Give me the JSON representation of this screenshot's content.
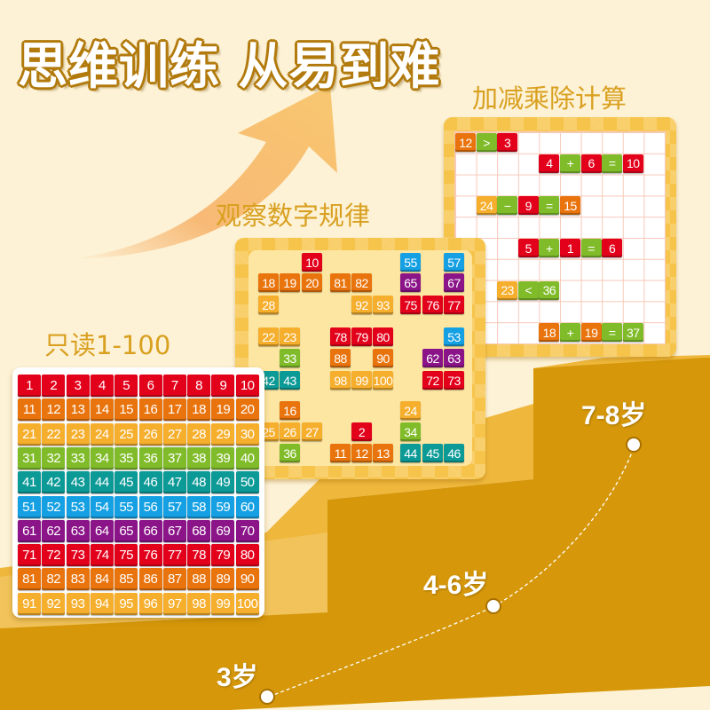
{
  "headline": "思维训练 从易到难",
  "stages": [
    {
      "label": "只读1-100",
      "age": "3岁"
    },
    {
      "label": "观察数字规律",
      "age": "4-6岁"
    },
    {
      "label": "加减乘除计算",
      "age": "7-8岁"
    }
  ],
  "colors": {
    "red": "#e3001b",
    "orange": "#e9740d",
    "yellow": "#f6ae2d",
    "green": "#80bc2a",
    "teal": "#0c9a97",
    "blue": "#14a0e3",
    "purple": "#8a1488",
    "step_front": "#d6980a",
    "step_top": "#efb73c",
    "label": "#d9a020"
  },
  "left_board": {
    "row_colors": [
      "red",
      "orange",
      "yellow",
      "green",
      "teal",
      "blue",
      "purple",
      "red",
      "orange",
      "yellow"
    ],
    "rows": [
      [
        "1",
        "2",
        "3",
        "4",
        "5",
        "6",
        "7",
        "8",
        "9",
        "10"
      ],
      [
        "11",
        "12",
        "13",
        "14",
        "15",
        "16",
        "17",
        "18",
        "19",
        "20"
      ],
      [
        "21",
        "22",
        "23",
        "24",
        "25",
        "26",
        "27",
        "28",
        "29",
        "30"
      ],
      [
        "31",
        "32",
        "33",
        "34",
        "35",
        "36",
        "37",
        "38",
        "39",
        "40"
      ],
      [
        "41",
        "42",
        "43",
        "44",
        "45",
        "46",
        "47",
        "48",
        "49",
        "50"
      ],
      [
        "51",
        "52",
        "53",
        "54",
        "55",
        "56",
        "57",
        "58",
        "59",
        "60"
      ],
      [
        "61",
        "62",
        "63",
        "64",
        "65",
        "66",
        "67",
        "68",
        "69",
        "70"
      ],
      [
        "71",
        "72",
        "73",
        "74",
        "75",
        "76",
        "77",
        "78",
        "79",
        "80"
      ],
      [
        "81",
        "82",
        "83",
        "84",
        "85",
        "86",
        "87",
        "88",
        "89",
        "90"
      ],
      [
        "91",
        "92",
        "93",
        "94",
        "95",
        "96",
        "97",
        "98",
        "99",
        "100"
      ]
    ]
  },
  "middle_board": {
    "tiles": [
      {
        "n": "10",
        "c": "red"
      },
      {
        "n": "18",
        "c": "orange"
      },
      {
        "n": "19",
        "c": "orange"
      },
      {
        "n": "20",
        "c": "orange"
      },
      {
        "n": "28",
        "c": "yellow"
      },
      {
        "n": "81",
        "c": "orange"
      },
      {
        "n": "82",
        "c": "orange"
      },
      {
        "n": "92",
        "c": "yellow"
      },
      {
        "n": "93",
        "c": "yellow"
      },
      {
        "n": "55",
        "c": "blue"
      },
      {
        "n": "57",
        "c": "blue"
      },
      {
        "n": "65",
        "c": "purple"
      },
      {
        "n": "67",
        "c": "purple"
      },
      {
        "n": "75",
        "c": "red"
      },
      {
        "n": "76",
        "c": "red"
      },
      {
        "n": "77",
        "c": "red"
      },
      {
        "n": "22",
        "c": "yellow"
      },
      {
        "n": "23",
        "c": "yellow"
      },
      {
        "n": "33",
        "c": "green"
      },
      {
        "n": "42",
        "c": "teal"
      },
      {
        "n": "43",
        "c": "teal"
      },
      {
        "n": "78",
        "c": "red"
      },
      {
        "n": "79",
        "c": "red"
      },
      {
        "n": "80",
        "c": "red"
      },
      {
        "n": "88",
        "c": "orange"
      },
      {
        "n": "90",
        "c": "orange"
      },
      {
        "n": "98",
        "c": "yellow"
      },
      {
        "n": "99",
        "c": "yellow"
      },
      {
        "n": "100",
        "c": "yellow"
      },
      {
        "n": "53",
        "c": "blue"
      },
      {
        "n": "62",
        "c": "purple"
      },
      {
        "n": "63",
        "c": "purple"
      },
      {
        "n": "72",
        "c": "red"
      },
      {
        "n": "73",
        "c": "red"
      },
      {
        "n": "16",
        "c": "orange"
      },
      {
        "n": "25",
        "c": "yellow"
      },
      {
        "n": "26",
        "c": "yellow"
      },
      {
        "n": "27",
        "c": "yellow"
      },
      {
        "n": "36",
        "c": "green"
      },
      {
        "n": "2",
        "c": "red"
      },
      {
        "n": "11",
        "c": "orange"
      },
      {
        "n": "12",
        "c": "orange"
      },
      {
        "n": "13",
        "c": "orange"
      },
      {
        "n": "24",
        "c": "yellow"
      },
      {
        "n": "34",
        "c": "green"
      },
      {
        "n": "44",
        "c": "teal"
      },
      {
        "n": "45",
        "c": "teal"
      },
      {
        "n": "46",
        "c": "teal"
      }
    ]
  },
  "right_board": {
    "equations": [
      [
        {
          "n": "12",
          "c": "orange"
        },
        {
          "n": ">",
          "c": "green"
        },
        {
          "n": "3",
          "c": "red"
        }
      ],
      [
        {
          "n": "4",
          "c": "red"
        },
        {
          "n": "+",
          "c": "green"
        },
        {
          "n": "6",
          "c": "red"
        },
        {
          "n": "=",
          "c": "green"
        },
        {
          "n": "10",
          "c": "red"
        }
      ],
      [
        {
          "n": "24",
          "c": "yellow"
        },
        {
          "n": "−",
          "c": "green"
        },
        {
          "n": "9",
          "c": "red"
        },
        {
          "n": "=",
          "c": "green"
        },
        {
          "n": "15",
          "c": "orange"
        }
      ],
      [
        {
          "n": "5",
          "c": "red"
        },
        {
          "n": "+",
          "c": "green"
        },
        {
          "n": "1",
          "c": "red"
        },
        {
          "n": "=",
          "c": "green"
        },
        {
          "n": "6",
          "c": "red"
        }
      ],
      [
        {
          "n": "23",
          "c": "yellow"
        },
        {
          "n": "<",
          "c": "green"
        },
        {
          "n": "36",
          "c": "green"
        }
      ],
      [
        {
          "n": "18",
          "c": "orange"
        },
        {
          "n": "+",
          "c": "green"
        },
        {
          "n": "19",
          "c": "orange"
        },
        {
          "n": "=",
          "c": "green"
        },
        {
          "n": "37",
          "c": "green"
        }
      ]
    ]
  }
}
